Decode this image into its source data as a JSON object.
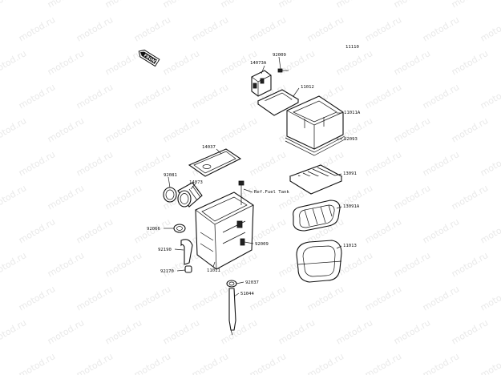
{
  "diagram_code": "11110",
  "front_arrow": "FRONT",
  "watermark": "motod.ru",
  "parts": [
    {
      "id": "p92009a",
      "label": "92009"
    },
    {
      "id": "p14073a",
      "label": "14073A"
    },
    {
      "id": "p11012",
      "label": "11012"
    },
    {
      "id": "p11011a",
      "label": "11011A"
    },
    {
      "id": "p92093",
      "label": "92093"
    },
    {
      "id": "p14037",
      "label": "14037"
    },
    {
      "id": "p13091",
      "label": "13091"
    },
    {
      "id": "p92081",
      "label": "92081"
    },
    {
      "id": "p14073",
      "label": "14073"
    },
    {
      "id": "pref",
      "label": "Ref.Fuel Tank"
    },
    {
      "id": "p13091a",
      "label": "13091A"
    },
    {
      "id": "p92066",
      "label": "92066"
    },
    {
      "id": "p92009b",
      "label": "92009"
    },
    {
      "id": "p11013",
      "label": "11013"
    },
    {
      "id": "p92190",
      "label": "92190"
    },
    {
      "id": "p11011",
      "label": "11011"
    },
    {
      "id": "p92170",
      "label": "92170"
    },
    {
      "id": "p92037",
      "label": "92037"
    },
    {
      "id": "p51044",
      "label": "51044"
    }
  ]
}
